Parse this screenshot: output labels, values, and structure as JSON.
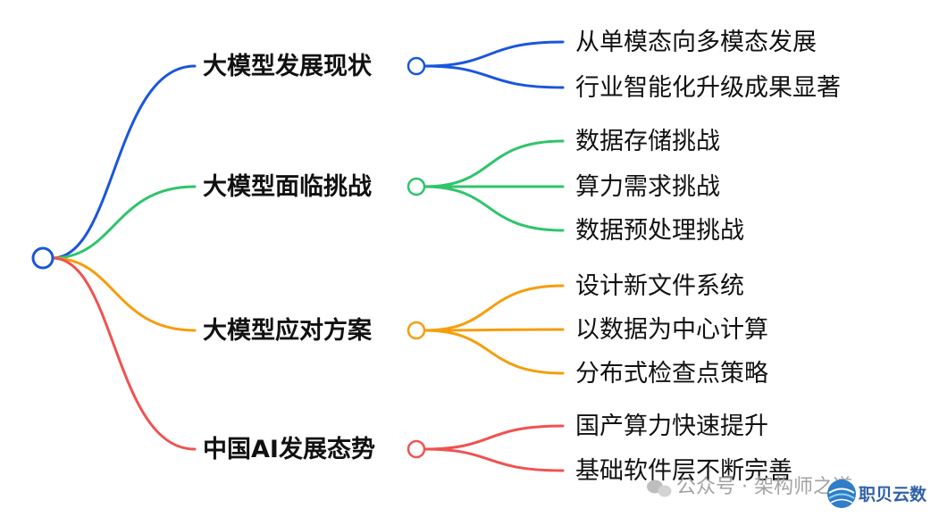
{
  "branches": [
    {
      "label": "大模型发展现状",
      "color": "#1a56db",
      "children": [
        "从单模态向多模态发展",
        "行业智能化升级成果显著"
      ]
    },
    {
      "label": "大模型面临挑战",
      "color": "#2fc46b",
      "children": [
        "数据存储挑战",
        "算力需求挑战",
        "数据预处理挑战"
      ]
    },
    {
      "label": "大模型应对方案",
      "color": "#f59e0b",
      "children": [
        "设计新文件系统",
        "以数据为中心计算",
        "分布式检查点策略"
      ]
    },
    {
      "label": "中国AI发展态势",
      "color": "#ef5350",
      "children": [
        "国产算力快速提升",
        "基础软件层不断完善"
      ]
    }
  ],
  "watermark": {
    "text": "公众号 · 架构师之道",
    "brand": "职贝云数"
  }
}
